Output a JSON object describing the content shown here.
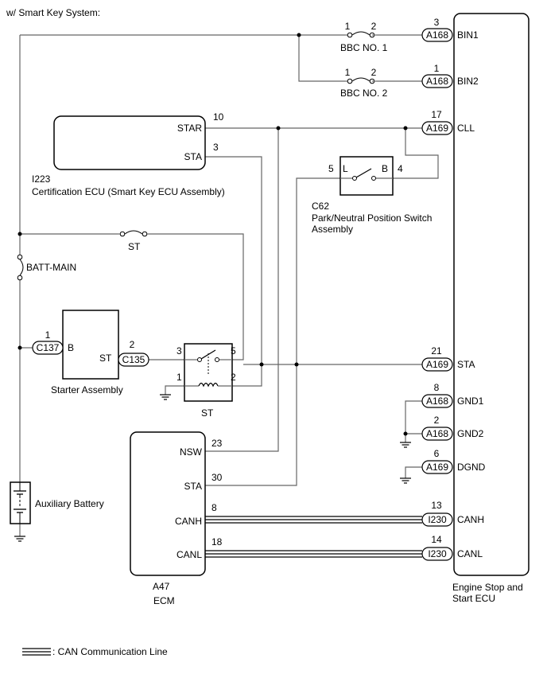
{
  "header": "w/ Smart Key System:",
  "components": {
    "engine_ecu": {
      "label_line1": "Engine Stop and",
      "label_line2": "Start ECU"
    },
    "cert_ecu": {
      "code": "I223",
      "name": "Certification ECU (Smart Key ECU Assembly)",
      "pins": {
        "star": "STAR",
        "sta": "STA"
      }
    },
    "pnp_switch": {
      "code": "C62",
      "name_line1": "Park/Neutral Position Switch",
      "name_line2": "Assembly",
      "left": "L",
      "right": "B"
    },
    "starter": {
      "name": "Starter Assembly",
      "pin_b": "B",
      "pin_st": "ST"
    },
    "st_relay": {
      "name": "ST"
    },
    "ecm": {
      "code": "A47",
      "name": "ECM",
      "pins": {
        "nsw": "NSW",
        "sta": "STA",
        "canh": "CANH",
        "canl": "CANL"
      }
    },
    "battery": {
      "name": "Auxiliary Battery"
    },
    "fuses": {
      "bbc1": "BBC NO. 1",
      "bbc2": "BBC NO. 2",
      "st": "ST",
      "batt_main": "BATT-MAIN"
    }
  },
  "engine_pins": [
    {
      "num": "3",
      "conn": "A168",
      "name": "BIN1"
    },
    {
      "num": "1",
      "conn": "A168",
      "name": "BIN2"
    },
    {
      "num": "17",
      "conn": "A169",
      "name": "CLL"
    },
    {
      "num": "21",
      "conn": "A169",
      "name": "STA"
    },
    {
      "num": "8",
      "conn": "A168",
      "name": "GND1"
    },
    {
      "num": "2",
      "conn": "A168",
      "name": "GND2"
    },
    {
      "num": "6",
      "conn": "A169",
      "name": "DGND"
    },
    {
      "num": "13",
      "conn": "I230",
      "name": "CANH"
    },
    {
      "num": "14",
      "conn": "I230",
      "name": "CANL"
    }
  ],
  "connectors": {
    "c137": "C137",
    "c135": "C135"
  },
  "pin_numbers": {
    "bbc1_a": "1",
    "bbc1_b": "2",
    "bbc2_a": "1",
    "bbc2_b": "2",
    "cert_star": "10",
    "cert_sta": "3",
    "pnp_l": "5",
    "pnp_b": "4",
    "starter_b": "1",
    "starter_st": "2",
    "relay_3": "3",
    "relay_5": "5",
    "relay_1": "1",
    "relay_2": "2",
    "ecm_nsw": "23",
    "ecm_sta": "30",
    "ecm_canh": "8",
    "ecm_canl": "18"
  },
  "legend": {
    "can_line": ": CAN Communication Line"
  }
}
